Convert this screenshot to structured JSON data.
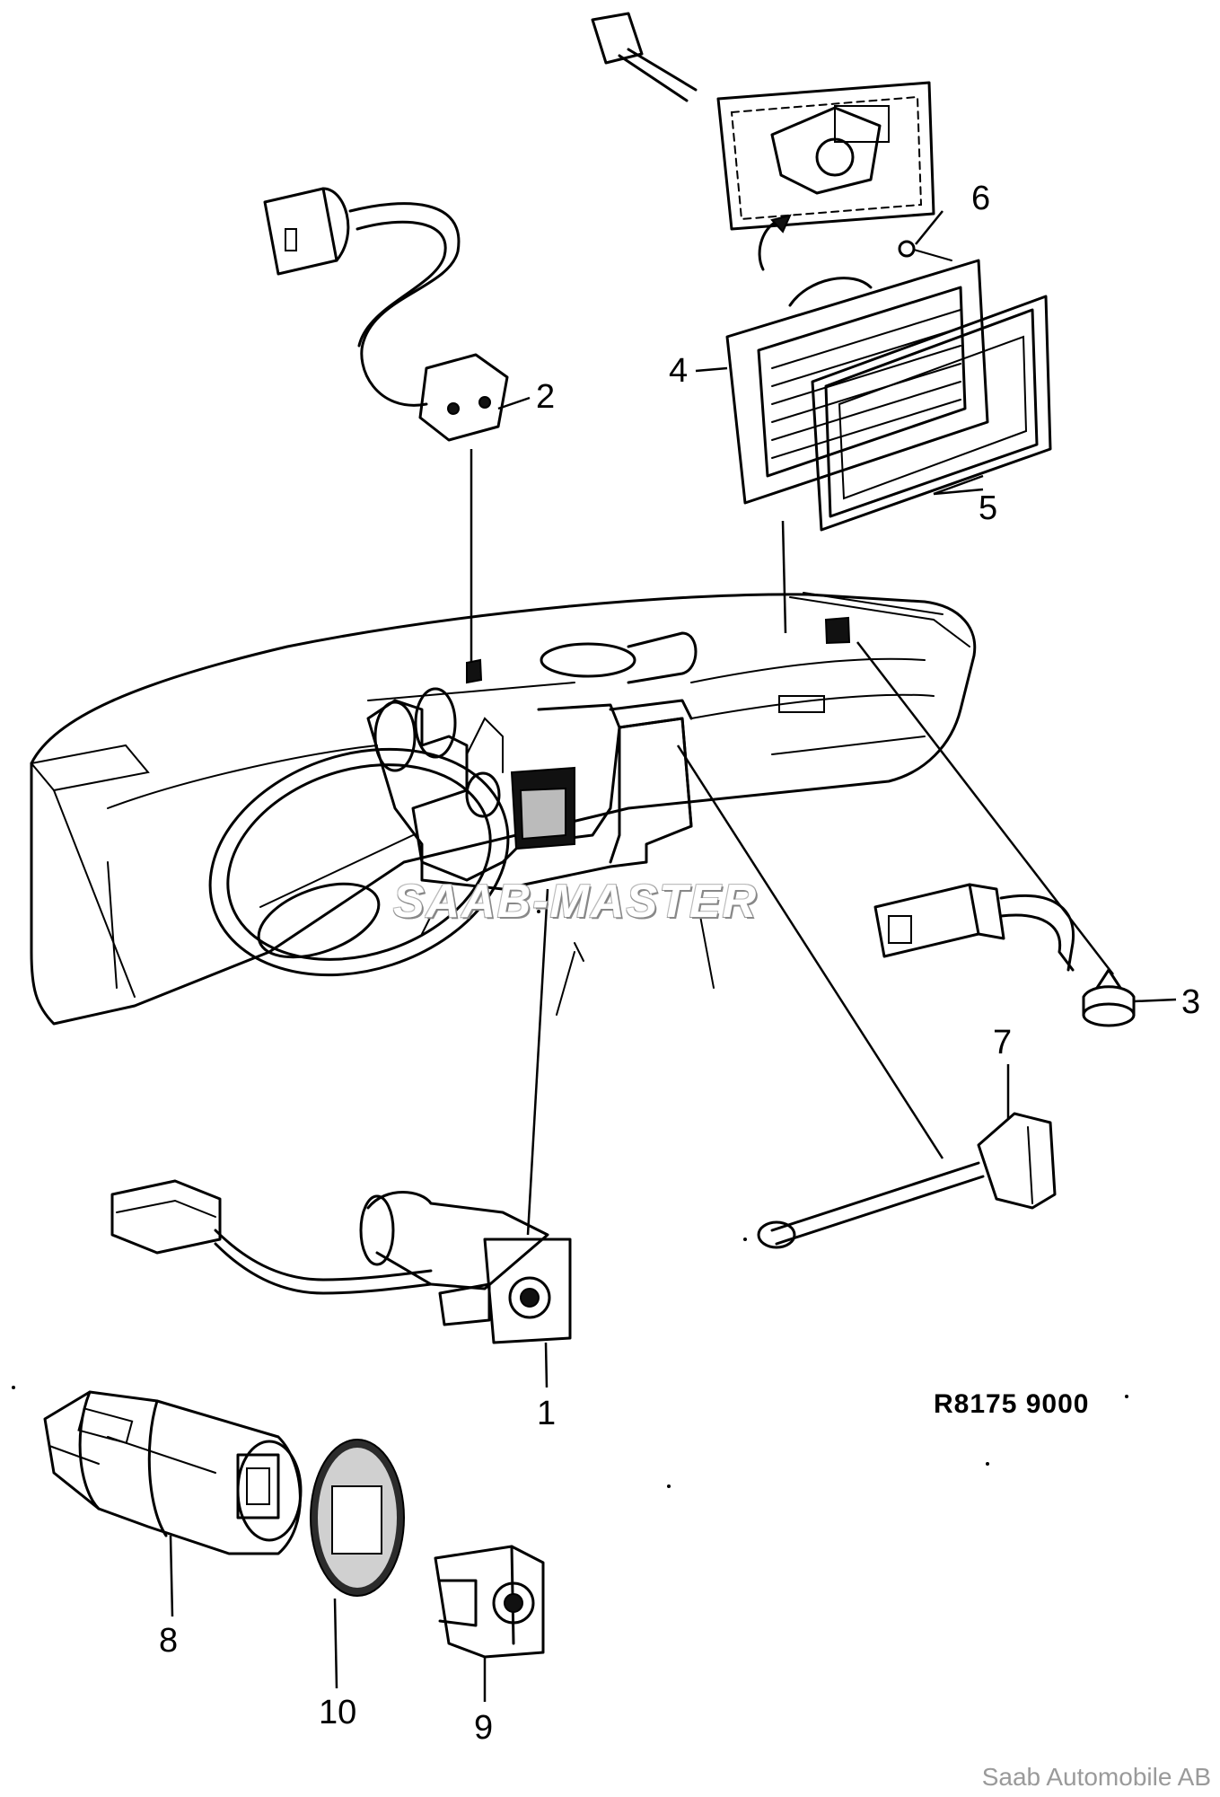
{
  "callouts": [
    "1",
    "2",
    "3",
    "4",
    "5",
    "6",
    "7",
    "8",
    "9",
    "10"
  ],
  "reference_code": "R8175 9000",
  "watermark": "SAAB-MASTER",
  "footer": "Saab Automobile AB"
}
